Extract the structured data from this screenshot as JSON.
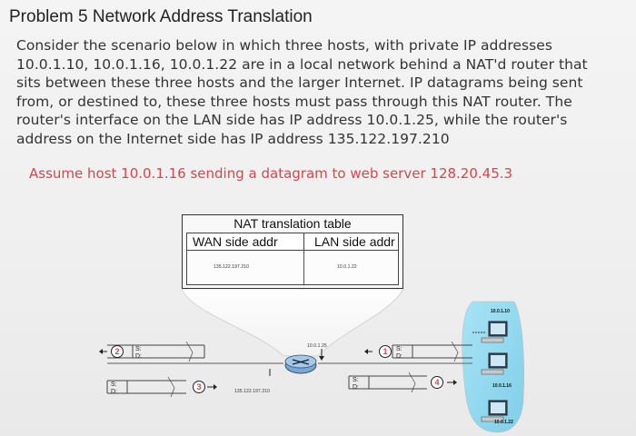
{
  "problem": {
    "title": "Problem 5 Network Address Translation",
    "body_lines": [
      "Consider the scenario below in which three hosts, with private IP addresses",
      "10.0.1.10, 10.0.1.16, 10.0.1.22 are in a local network behind a NAT'd router that",
      "sits between these three hosts and the larger Internet. IP datagrams being sent",
      "from, or destined to, these three hosts must pass through this NAT router. The",
      "router's interface on the LAN side has IP address 10.0.1.25, while the router's",
      "address on the Internet side has IP address 135.122.197.210"
    ],
    "assumption": "Assume host 10.0.1.16 sending a datagram to web server 128.20.45.3"
  },
  "nat_table": {
    "caption": "NAT translation table",
    "wan_header": "WAN side addr",
    "lan_header": "LAN side addr",
    "wan_value": "135.122.197.210",
    "lan_value": "10.0.1.22"
  },
  "diagram": {
    "router_lan_ip": "10.0.1.25",
    "router_wan_ip": "135.122.197.210",
    "sd_label_s": "S:",
    "sd_label_d": "D:",
    "step_1": "1",
    "step_2": "2",
    "step_3": "3",
    "step_4": "4",
    "hosts": [
      "10.0.1.10",
      "10.0.1.16",
      "10.0.1.22"
    ],
    "colors": {
      "lan_bubble": "#8fd8f0",
      "accent_red": "#d0494c"
    }
  }
}
